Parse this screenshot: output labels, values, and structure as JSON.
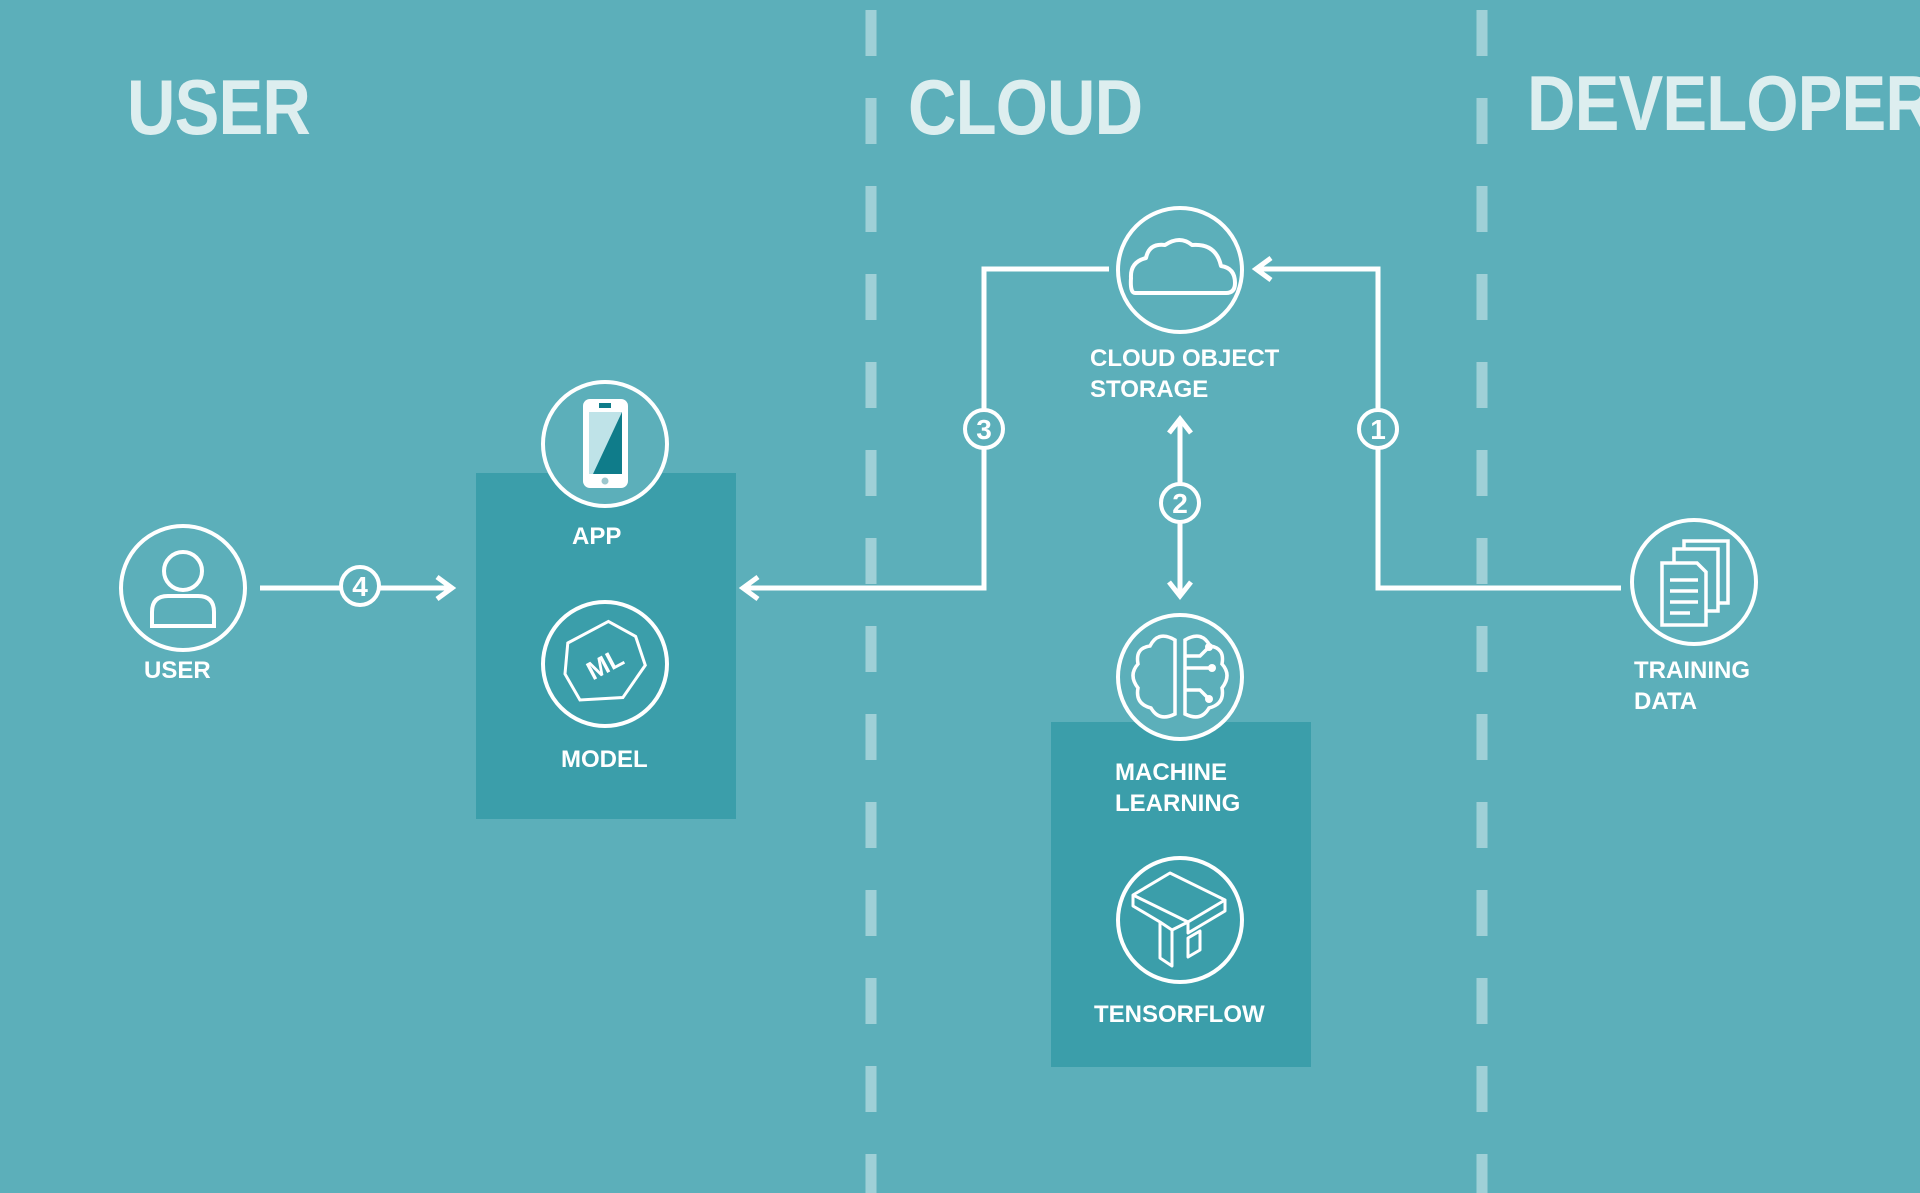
{
  "lanes": {
    "user": "USER",
    "cloud": "CLOUD",
    "developer": "DEVELOPER"
  },
  "nodes": {
    "user": "USER",
    "app": "APP",
    "model": "MODEL",
    "model_icon_text": "ML",
    "cloud_storage": "CLOUD OBJECT\nSTORAGE",
    "machine_learning": "MACHINE\nLEARNING",
    "tensorflow": "TENSORFLOW",
    "training_data": "TRAINING\nDATA"
  },
  "steps": [
    "1",
    "2",
    "3",
    "4"
  ],
  "colors": {
    "background": "#5cafba",
    "panel": "#3b9eaa",
    "line": "#ffffff",
    "lane_title": "#ddeeef",
    "divider": "#9fd0d7",
    "phone_screen": "#0f7c8a"
  }
}
